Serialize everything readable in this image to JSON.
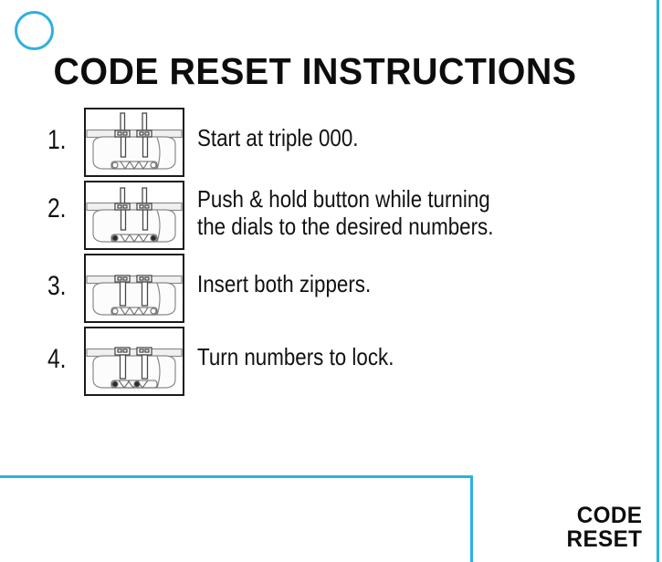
{
  "page": {
    "title": "CODE RESET INSTRUCTIONS",
    "background_color": "#ffffff",
    "accent_color": "#2eb0e0",
    "text_color": "#111111"
  },
  "decor": {
    "circle_name": "circle-outline",
    "right_edge_name": "right-edge-rule",
    "bottom_rule_name": "bottom-frame-rule"
  },
  "steps": [
    {
      "number": "1.",
      "text": "Start at triple 000.",
      "figure_alt": "luggage-lock-dials-zero"
    },
    {
      "number": "2.",
      "text": "Push & hold button while turning\nthe dials to the desired numbers.",
      "figure_alt": "luggage-lock-button-held"
    },
    {
      "number": "3.",
      "text": "Insert both zippers.",
      "figure_alt": "luggage-lock-zippers-inserted"
    },
    {
      "number": "4.",
      "text": "Turn numbers to lock.",
      "figure_alt": "luggage-lock-dials-turned"
    }
  ],
  "brand": {
    "line1": "CODE",
    "line2": "RESET"
  }
}
